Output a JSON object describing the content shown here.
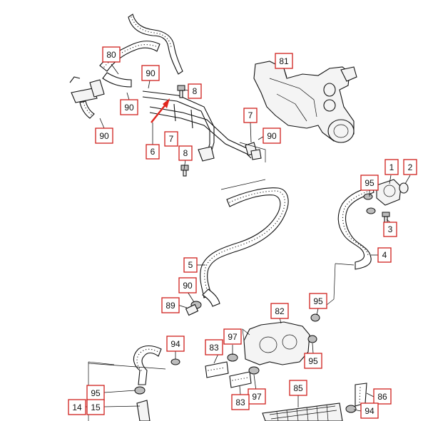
{
  "diagram": {
    "callouts": [
      {
        "id": "c80",
        "label": "80"
      },
      {
        "id": "c90a",
        "label": "90"
      },
      {
        "id": "c8a",
        "label": "8"
      },
      {
        "id": "c90b",
        "label": "90"
      },
      {
        "id": "c90c",
        "label": "90"
      },
      {
        "id": "c81",
        "label": "81"
      },
      {
        "id": "c7a",
        "label": "7"
      },
      {
        "id": "c90d",
        "label": "90"
      },
      {
        "id": "c7b",
        "label": "7"
      },
      {
        "id": "c6",
        "label": "6"
      },
      {
        "id": "c8b",
        "label": "8"
      },
      {
        "id": "c1",
        "label": "1"
      },
      {
        "id": "c2",
        "label": "2"
      },
      {
        "id": "c95a",
        "label": "95"
      },
      {
        "id": "c3",
        "label": "3"
      },
      {
        "id": "c4",
        "label": "4"
      },
      {
        "id": "c5",
        "label": "5"
      },
      {
        "id": "c90e",
        "label": "90"
      },
      {
        "id": "c89",
        "label": "89"
      },
      {
        "id": "c95b",
        "label": "95"
      },
      {
        "id": "c82",
        "label": "82"
      },
      {
        "id": "c94a",
        "label": "94"
      },
      {
        "id": "c97a",
        "label": "97"
      },
      {
        "id": "c83a",
        "label": "83"
      },
      {
        "id": "c95c",
        "label": "95"
      },
      {
        "id": "c85",
        "label": "85"
      },
      {
        "id": "c95d",
        "label": "95"
      },
      {
        "id": "c97b",
        "label": "97"
      },
      {
        "id": "c86",
        "label": "86"
      },
      {
        "id": "c14",
        "label": "14"
      },
      {
        "id": "c15",
        "label": "15"
      },
      {
        "id": "c83b",
        "label": "83"
      },
      {
        "id": "c94b",
        "label": "94"
      }
    ],
    "colors": {
      "callout_border": "#d0201c",
      "arrow": "#e0261e",
      "linework": "#111111"
    }
  }
}
